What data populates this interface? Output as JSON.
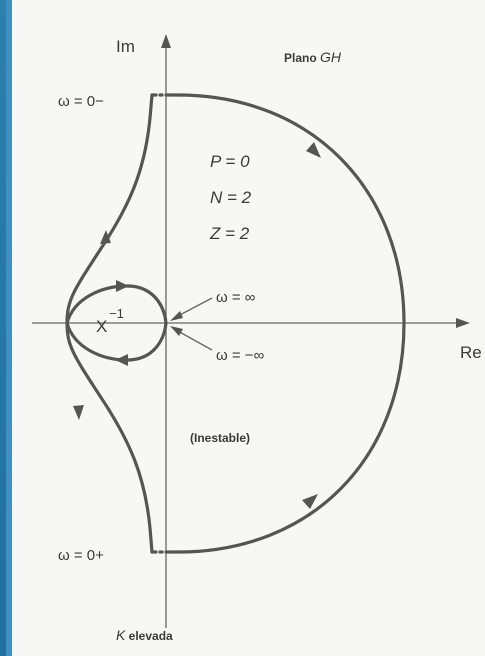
{
  "colors": {
    "background": "#3f90bf",
    "paper": "#f7f7f5",
    "ink": "#555555"
  },
  "diagram": {
    "axis_im": "Im",
    "axis_re": "Re",
    "plane_label_prefix": "Plano ",
    "plane_label_italic": "GH",
    "params": {
      "p": "P = 0",
      "n": "N = 2",
      "z": "Z = 2"
    },
    "omega_zero_minus": "ω = 0−",
    "omega_zero_plus": "ω = 0+",
    "omega_inf": "ω = ∞",
    "omega_minus_inf": "ω = −∞",
    "critical_point": "X",
    "critical_exponent": "−1",
    "stability": "(Inestable)",
    "caption_italic": "K",
    "caption_rest": " elevada"
  }
}
